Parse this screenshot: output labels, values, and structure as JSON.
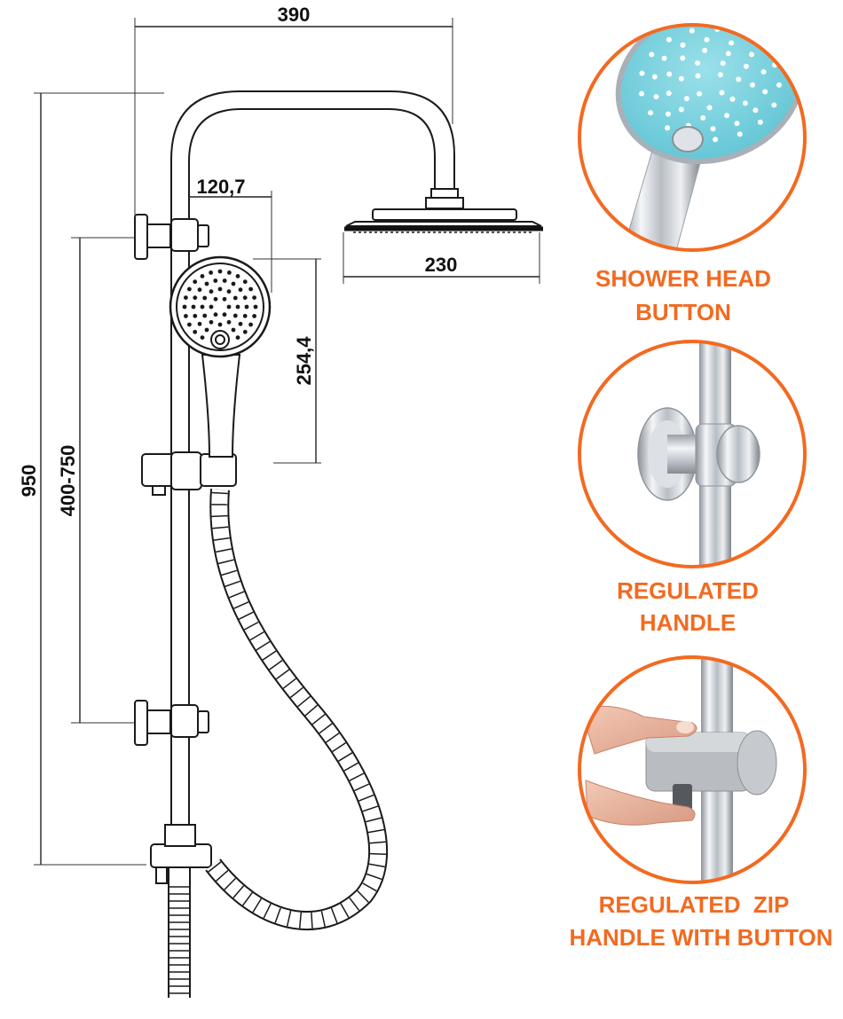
{
  "dimensions": {
    "arm_width": "390",
    "arm_offset": "120,7",
    "head_diameter": "230",
    "handset_height": "254,4",
    "total_height": "950",
    "bracket_spacing": "400-750"
  },
  "callouts": [
    {
      "caption_lines": [
        "SHOWER HEAD",
        "BUTTON"
      ]
    },
    {
      "caption_lines": [
        "REGULATED",
        "HANDLE"
      ]
    },
    {
      "caption_lines": [
        "REGULATED  ZIP",
        "HANDLE WITH BUTTON"
      ]
    }
  ],
  "colors": {
    "accent": "#f26a21",
    "line": "#1a1a1a",
    "spray_face": "#7fd3de",
    "chrome": "#c9cdd2"
  },
  "icons": {
    "shower_head": "handset-spray-face",
    "handle": "slider-clamp",
    "zip_handle": "hand-pressing-clamp"
  }
}
